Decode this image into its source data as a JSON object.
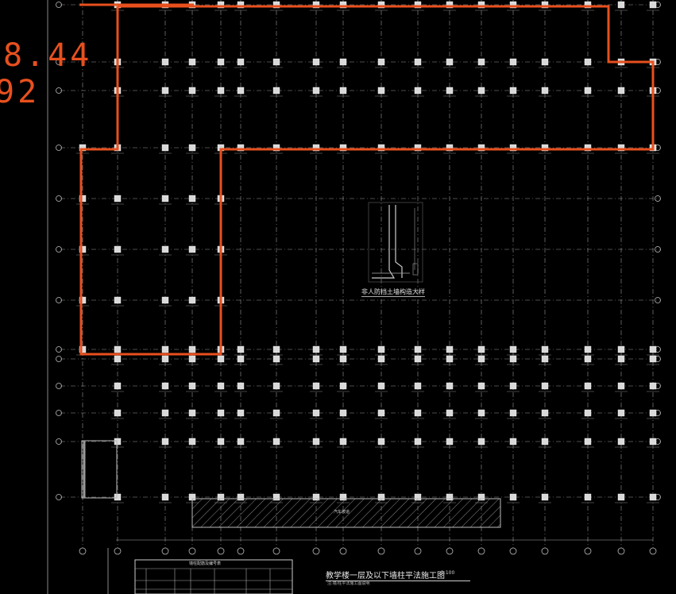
{
  "overlay_coordinates": {
    "line1": "8.44",
    "line2": "92"
  },
  "drawing_title": "教学楼一层及以下墙柱平法施工图",
  "drawing_scale": "1:100",
  "title_note": "注:墙/柱平法施工图说明",
  "detail_caption": "非人防挡土墙构造大样",
  "schedule_title": "墙柱配筋及编号表",
  "ramp_label": "汽车坡道",
  "colors": {
    "background": "#000000",
    "grid": "#bdbdbd",
    "boundary": "#e8501e",
    "columns": "#d9d9d9"
  }
}
